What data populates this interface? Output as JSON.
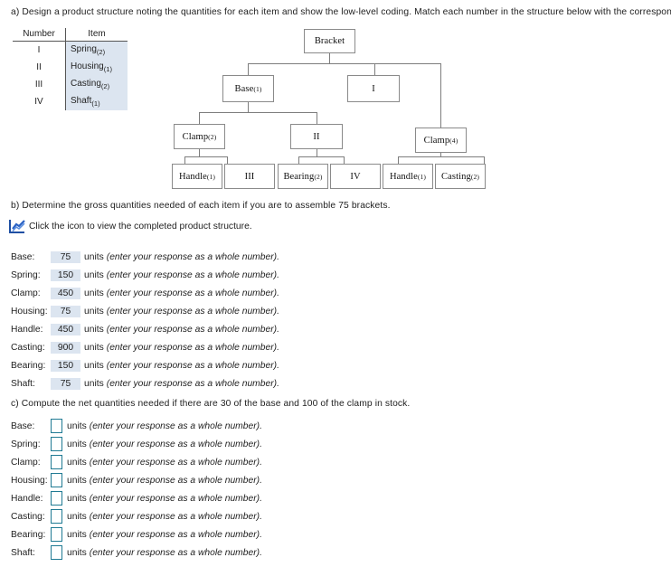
{
  "questions": {
    "a": "a) Design a product structure noting the quantities for each item and show the low-level coding. Match each number in the structure below with the corresponding item.",
    "b": "b) Determine the gross quantities needed of each item if you are to assemble 75 brackets.",
    "c": "c) Compute the net quantities needed if there are 30 of the base and 100 of the clamp in stock."
  },
  "llc_table": {
    "headers": [
      "Number",
      "Item"
    ],
    "rows": [
      {
        "number": "I",
        "item": "Spring",
        "qty": "(2)"
      },
      {
        "number": "II",
        "item": "Housing",
        "qty": "(1)"
      },
      {
        "number": "III",
        "item": "Casting",
        "qty": "(2)"
      },
      {
        "number": "IV",
        "item": "Shaft",
        "qty": "(1)"
      }
    ]
  },
  "tree": {
    "nodes": [
      {
        "id": "bracket",
        "label": "Bracket",
        "qty": ""
      },
      {
        "id": "base",
        "label": "Base",
        "qty": "(1)"
      },
      {
        "id": "roman-i",
        "label": "I",
        "qty": ""
      },
      {
        "id": "clamp-2",
        "label": "Clamp",
        "qty": "(2)"
      },
      {
        "id": "roman-ii",
        "label": "II",
        "qty": ""
      },
      {
        "id": "clamp-4",
        "label": "Clamp",
        "qty": "(4)"
      },
      {
        "id": "handle-1",
        "label": "Handle",
        "qty": "(1)"
      },
      {
        "id": "roman-iii",
        "label": "III",
        "qty": ""
      },
      {
        "id": "bearing",
        "label": "Bearing",
        "qty": "(2)"
      },
      {
        "id": "roman-iv",
        "label": "IV",
        "qty": ""
      },
      {
        "id": "handle-2",
        "label": "Handle",
        "qty": "(1)"
      },
      {
        "id": "casting",
        "label": "Casting",
        "qty": "(2)"
      }
    ]
  },
  "icon_link": {
    "icon": "line-chart-icon",
    "label": "Click the icon to view the completed product structure."
  },
  "gross": {
    "units_word": "units",
    "hint": "(enter your response as a whole number).",
    "rows": [
      {
        "label": "Base:",
        "value": "75"
      },
      {
        "label": "Spring:",
        "value": "150"
      },
      {
        "label": "Clamp:",
        "value": "450"
      },
      {
        "label": "Housing:",
        "value": "75"
      },
      {
        "label": "Handle:",
        "value": "450"
      },
      {
        "label": "Casting:",
        "value": "900"
      },
      {
        "label": "Bearing:",
        "value": "150"
      },
      {
        "label": "Shaft:",
        "value": "75"
      }
    ]
  },
  "net": {
    "units_word": "units",
    "hint": "(enter your response as a whole number).",
    "rows": [
      {
        "label": "Base:",
        "value": ""
      },
      {
        "label": "Spring:",
        "value": ""
      },
      {
        "label": "Clamp:",
        "value": ""
      },
      {
        "label": "Housing:",
        "value": ""
      },
      {
        "label": "Handle:",
        "value": ""
      },
      {
        "label": "Casting:",
        "value": ""
      },
      {
        "label": "Bearing:",
        "value": ""
      },
      {
        "label": "Shaft:",
        "value": ""
      }
    ]
  },
  "colors": {
    "field_fill": "#dce5f0",
    "input_border": "#1f7a93",
    "node_border": "#8a8a8a",
    "icon_blue": "#1f4fa3"
  }
}
